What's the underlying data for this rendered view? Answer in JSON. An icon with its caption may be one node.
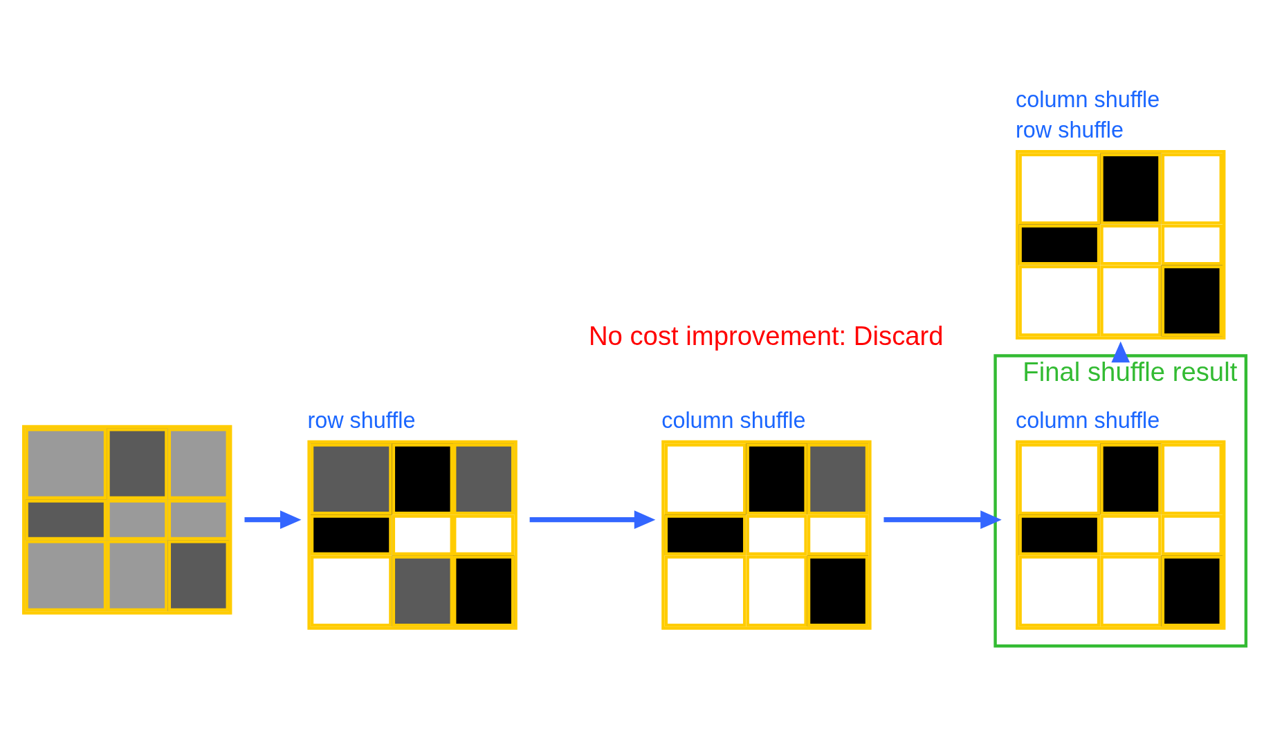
{
  "diagram": {
    "nodes": [
      {
        "text": [],
        "shape": "picture"
      },
      {
        "text": [
          "row shuffle"
        ]
      },
      {
        "text": [
          "column shuffle"
        ]
      },
      {
        "text": [
          "Final shuffle result"
        ]
      },
      {
        "text": [
          "column shuffle"
        ],
        "in": 3
      },
      {
        "text": [
          "column shuffle",
          "row shuffle"
        ]
      }
    ],
    "edges": [
      {
        "from": 0,
        "to": 1,
        "arrow": "to"
      },
      {
        "from": 1,
        "to": 2,
        "arrow": "to"
      },
      {
        "from": 2,
        "to": 3,
        "arrow": "to"
      },
      {
        "from": 3,
        "to": 5,
        "arrow": "to"
      }
    ],
    "labels": [
      "No cost improvement: Discard"
    ]
  }
}
